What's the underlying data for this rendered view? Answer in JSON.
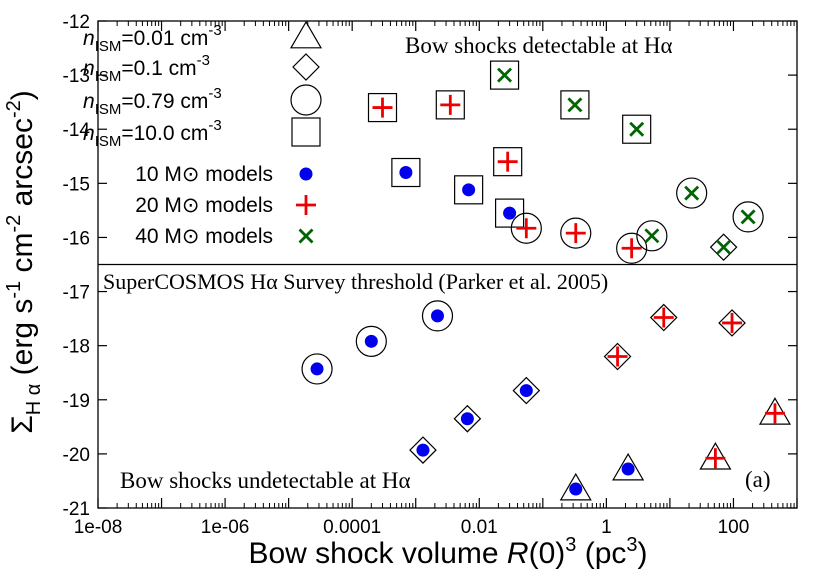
{
  "chart_data": {
    "type": "scatter",
    "title": "",
    "xlabel": "Bow shock volume R(0)^3 (pc^3)",
    "ylabel": "Σ_Hα (erg s^-1 cm^-2 arcsec^-2)",
    "xscale": "log",
    "xlim": [
      1e-08,
      1000
    ],
    "ylim": [
      -21,
      -12
    ],
    "x_ticks": [
      "1e-08",
      "1e-06",
      "0.0001",
      "0.01",
      "1",
      "100"
    ],
    "y_ticks": [
      "-21",
      "-20",
      "-19",
      "-18",
      "-17",
      "-16",
      "-15",
      "-14",
      "-13",
      "-12"
    ],
    "threshold": {
      "y": -16.5,
      "label": "SuperCOSMOS Hα Survey threshold (Parker et al. 2005)"
    },
    "annotations": {
      "upper": "Bow shocks detectable at Hα",
      "lower": "Bow shocks undetectable at Hα",
      "panel": "(a)"
    },
    "legend": {
      "placement": "top-left",
      "density_entries": [
        {
          "n": "0.01",
          "marker": "triangle"
        },
        {
          "n": "0.1",
          "marker": "diamond"
        },
        {
          "n": "0.79",
          "marker": "circle"
        },
        {
          "n": "10.0",
          "marker": "square"
        }
      ],
      "mass_entries": [
        {
          "mass": "10",
          "marker": "dot",
          "color": "#0000ee"
        },
        {
          "mass": "20",
          "marker": "plus",
          "color": "#ee0000"
        },
        {
          "mass": "40",
          "marker": "cross",
          "color": "#006400"
        }
      ]
    },
    "series": [
      {
        "mass": 10,
        "density": 0.01,
        "points": [
          [
            0.33,
            -20.65
          ],
          [
            2.2,
            -20.28
          ]
        ]
      },
      {
        "mass": 10,
        "density": 0.1,
        "points": [
          [
            0.0013,
            -19.93
          ],
          [
            0.0065,
            -19.35
          ],
          [
            0.055,
            -18.83
          ]
        ]
      },
      {
        "mass": 10,
        "density": 0.79,
        "points": [
          [
            2.8e-05,
            -18.43
          ],
          [
            0.0002,
            -17.92
          ],
          [
            0.0022,
            -17.45
          ]
        ]
      },
      {
        "mass": 10,
        "density": 10.0,
        "points": [
          [
            0.0007,
            -14.8
          ],
          [
            0.0068,
            -15.12
          ],
          [
            0.03,
            -15.55
          ]
        ]
      },
      {
        "mass": 20,
        "density": 0.01,
        "points": [
          [
            52,
            -20.08
          ],
          [
            450,
            -19.25
          ]
        ]
      },
      {
        "mass": 20,
        "density": 0.1,
        "points": [
          [
            1.5,
            -18.2
          ],
          [
            8,
            -17.48
          ],
          [
            95,
            -17.58
          ]
        ]
      },
      {
        "mass": 20,
        "density": 0.79,
        "points": [
          [
            0.055,
            -15.83
          ],
          [
            0.33,
            -15.92
          ],
          [
            2.5,
            -16.2
          ]
        ]
      },
      {
        "mass": 20,
        "density": 10.0,
        "points": [
          [
            0.0003,
            -13.6
          ],
          [
            0.0035,
            -13.55
          ],
          [
            0.028,
            -14.6
          ]
        ]
      },
      {
        "mass": 40,
        "density": 0.1,
        "points": [
          [
            70,
            -16.18
          ]
        ]
      },
      {
        "mass": 40,
        "density": 0.79,
        "points": [
          [
            5.2,
            -15.97
          ],
          [
            22,
            -15.18
          ],
          [
            170,
            -15.62
          ]
        ]
      },
      {
        "mass": 40,
        "density": 10.0,
        "points": [
          [
            0.025,
            -13.0
          ],
          [
            0.32,
            -13.55
          ],
          [
            3,
            -14.0
          ]
        ]
      }
    ]
  }
}
